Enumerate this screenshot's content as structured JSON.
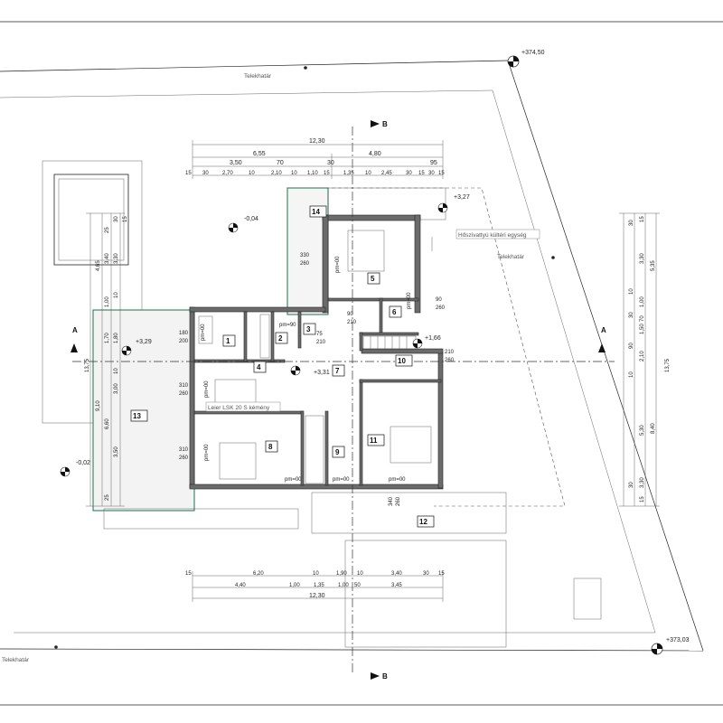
{
  "top_elevation": "+374,50",
  "bottom_elevation": "+373,03",
  "telekhatar_label": "Telekhatár",
  "section_a": "A",
  "section_b": "B",
  "elevations": {
    "e1": "-0,04",
    "e2": "+3,27",
    "e3": "+3,29",
    "e4": "+1,66",
    "e5": "+3,31",
    "e6": "-0,02"
  },
  "notes": {
    "heat_pump": "Hőszivattyú kültéri egység",
    "chimney": "Leier LSK 20 S kémény"
  },
  "rooms": [
    {
      "id": "1",
      "label": "1"
    },
    {
      "id": "2",
      "label": "2"
    },
    {
      "id": "3",
      "label": "3"
    },
    {
      "id": "4",
      "label": "4"
    },
    {
      "id": "5",
      "label": "5"
    },
    {
      "id": "6",
      "label": "6"
    },
    {
      "id": "7",
      "label": "7"
    },
    {
      "id": "8",
      "label": "8"
    },
    {
      "id": "9",
      "label": "9"
    },
    {
      "id": "10",
      "label": "10"
    },
    {
      "id": "11",
      "label": "11"
    },
    {
      "id": "12",
      "label": "12"
    },
    {
      "id": "13",
      "label": "13"
    },
    {
      "id": "14",
      "label": "14"
    }
  ],
  "pm": "pm=00",
  "pm90": "pm=90",
  "top_dims": {
    "total": "12,30",
    "row2": [
      "6,55",
      "4,80"
    ],
    "row3": [
      "3,50",
      "70",
      "30",
      "95"
    ],
    "row4": [
      "15",
      "30",
      "2,70",
      "10",
      "2,10",
      "10",
      "1,10",
      "15",
      "1,35",
      "10",
      "2,45",
      "30",
      "15",
      "30",
      "15"
    ]
  },
  "bottom_dims": {
    "row1": [
      "15",
      "6,20",
      "10",
      "1,90",
      "10",
      "3,40",
      "30",
      "15"
    ],
    "row2": [
      "4,40",
      "1,00",
      "1,35",
      "1,00",
      "50",
      "3,45"
    ],
    "total": "12,30"
  },
  "left_dims": {
    "outer": "13,75",
    "mid": "9,10",
    "a": [
      "4,65",
      "3,40",
      "3,30",
      "6,60",
      "3,00",
      "3,50"
    ],
    "b": [
      "1,00",
      "1,70",
      "1,80",
      "25",
      "15",
      "30",
      "25",
      "10",
      "10"
    ]
  },
  "right_dims": {
    "outer": "13,75",
    "a": [
      "5,35",
      "8,40"
    ],
    "b": [
      "3,30",
      "1,00",
      "1,50",
      "2,10",
      "5,30",
      "3,30"
    ],
    "c": [
      "30",
      "15",
      "10",
      "30",
      "70",
      "90",
      "10",
      "30",
      "15"
    ]
  },
  "openings": {
    "o180": "180",
    "o200": "200",
    "o310a": "310",
    "o260a": "260",
    "o310b": "310",
    "o260b": "260",
    "o330": "330",
    "o260c": "260",
    "o90a": "90",
    "o260d": "260",
    "o210a": "210",
    "o260e": "260",
    "o75": "75",
    "o210b": "210",
    "o90b": "90",
    "o210c": "210",
    "o340": "340",
    "o260f": "260"
  }
}
